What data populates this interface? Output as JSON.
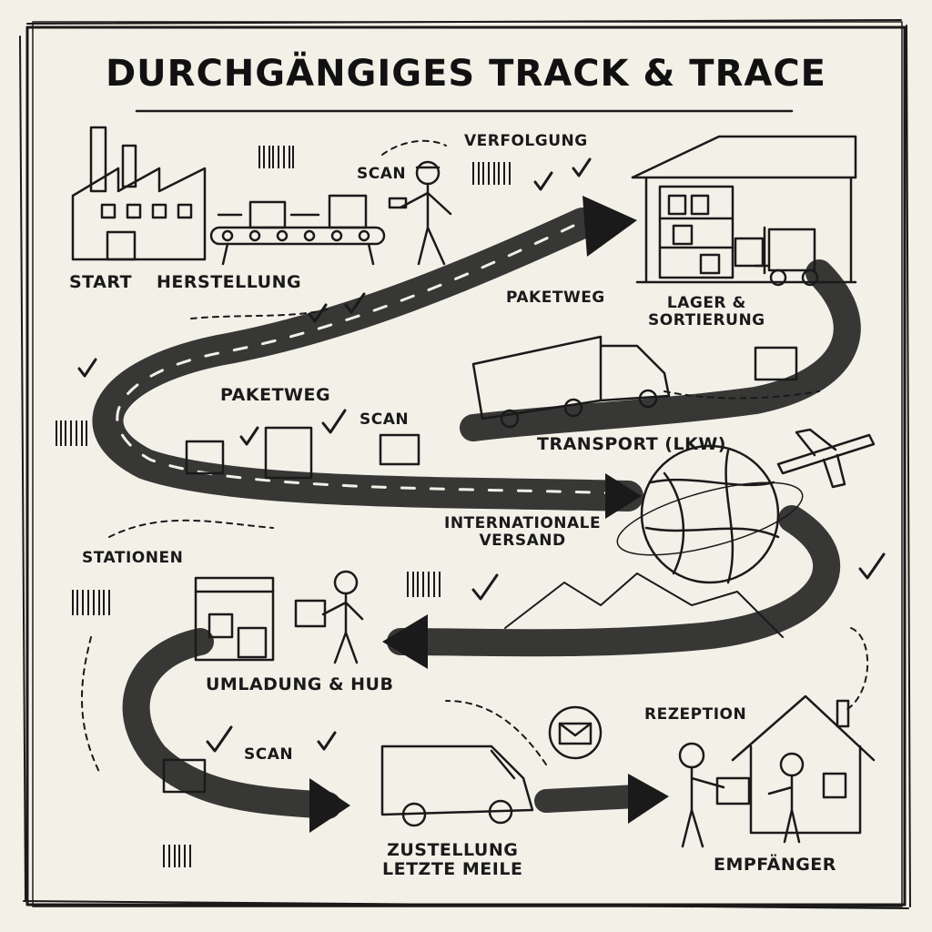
{
  "title": "DURCHGÄNGIGES TRACK & TRACE",
  "labels": {
    "start": "START",
    "herstellung": "HERSTELLUNG",
    "scan1": "SCAN",
    "verfolgung": "VERFOLGUNG",
    "paketweg1": "PAKETWEG",
    "lager": "LAGER &\nSORTIERUNG",
    "paketweg2": "PAKETWEG",
    "scan2": "SCAN",
    "transport": "TRANSPORT (LKW)",
    "international": "INTERNATIONALE\nVERSAND",
    "stationen": "STATIONEN",
    "umladung": "UMLADUNG & HUB",
    "scan3": "SCAN",
    "zustellung": "ZUSTELLUNG\nLETZTE MEILE",
    "rezeption": "REZEPTION",
    "empfaenger": "EMPFÄNGER"
  },
  "colors": {
    "ink": "#1a1a1a",
    "paper": "#f3f0e8"
  }
}
